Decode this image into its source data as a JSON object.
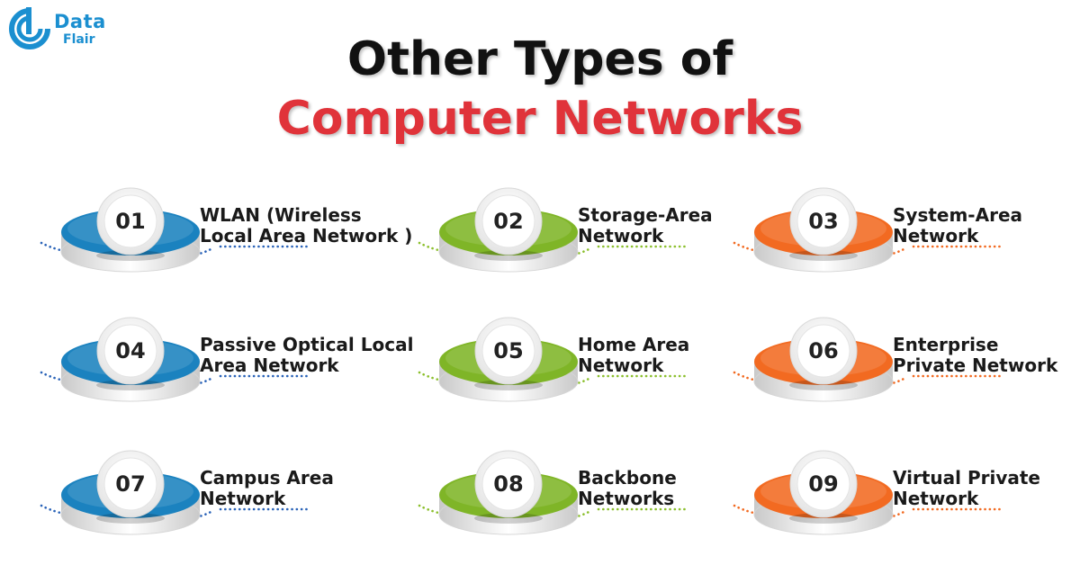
{
  "logo": {
    "word1": "Data",
    "word2": "Flair"
  },
  "title": {
    "line1": "Other Types of",
    "line2": "Computer Networks"
  },
  "colors": {
    "blue": "#1b82bf",
    "green": "#7fb527",
    "orange": "#f26a21",
    "title_red": "#e0333a"
  },
  "items": [
    {
      "number": "01",
      "label_line1": "WLAN (Wireless",
      "label_line2": "Local Area Network )",
      "color": "blue"
    },
    {
      "number": "02",
      "label_line1": "Storage-Area",
      "label_line2": "Network",
      "color": "green"
    },
    {
      "number": "03",
      "label_line1": "System-Area",
      "label_line2": "Network",
      "color": "orange"
    },
    {
      "number": "04",
      "label_line1": "Passive Optical Local",
      "label_line2": "Area Network",
      "color": "blue"
    },
    {
      "number": "05",
      "label_line1": "Home Area",
      "label_line2": "Network",
      "color": "green"
    },
    {
      "number": "06",
      "label_line1": "Enterprise",
      "label_line2": "Private Network",
      "color": "orange"
    },
    {
      "number": "07",
      "label_line1": "Campus Area",
      "label_line2": "Network",
      "color": "blue"
    },
    {
      "number": "08",
      "label_line1": "Backbone",
      "label_line2": "Networks",
      "color": "green"
    },
    {
      "number": "09",
      "label_line1": "Virtual Private",
      "label_line2": "Network",
      "color": "orange"
    }
  ]
}
